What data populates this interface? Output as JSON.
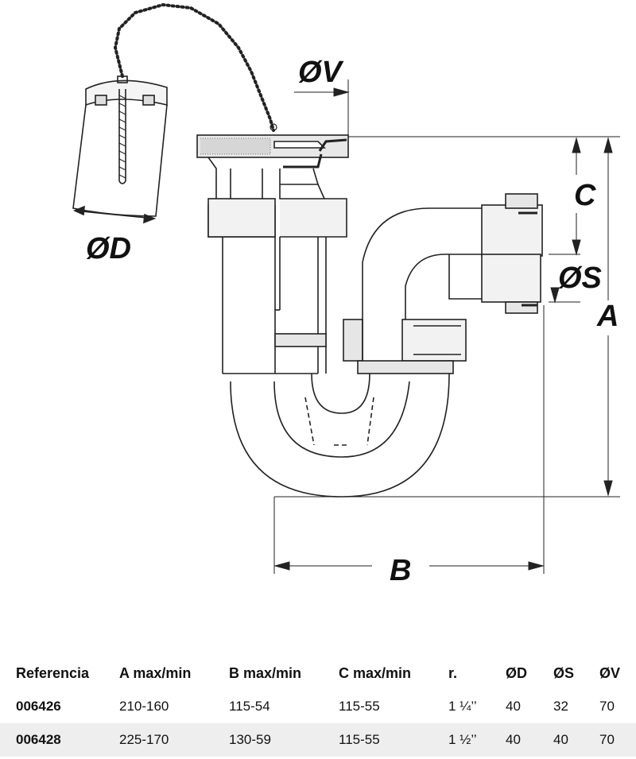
{
  "labels": {
    "A": "A",
    "B": "B",
    "C": "C",
    "D": "ØD",
    "S": "ØS",
    "V": "ØV"
  },
  "table": {
    "headers": [
      "Referencia",
      "A max/min",
      "B max/min",
      "C max/min",
      "r.",
      "ØD",
      "ØS",
      "ØV"
    ],
    "rows": [
      [
        "006426",
        "210-160",
        "115-54",
        "115-55",
        "1 ¼’’",
        "40",
        "32",
        "70"
      ],
      [
        "006428",
        "225-170",
        "130-59",
        "115-55",
        "1 ½’’",
        "40",
        "40",
        "70"
      ]
    ]
  }
}
